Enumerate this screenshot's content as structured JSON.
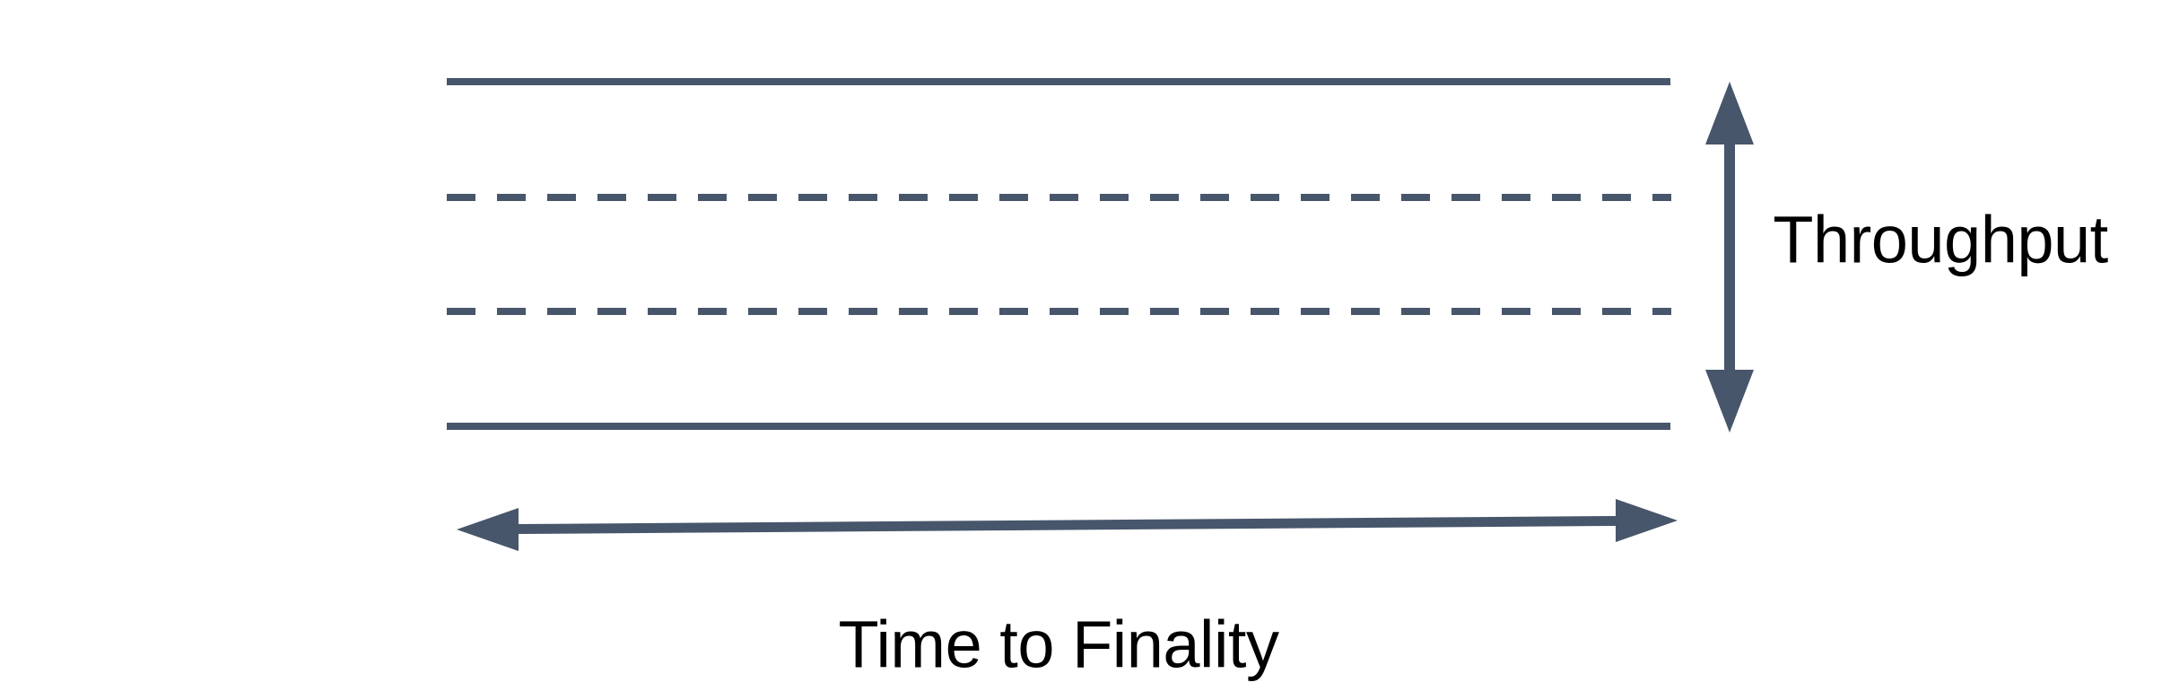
{
  "diagram": {
    "description": "Band diagram relating throughput range to time to finality",
    "labels": {
      "vertical_axis": "Throughput",
      "horizontal_axis": "Time to Finality"
    },
    "band": {
      "boundary_line_style": "solid",
      "boundary_line_count": 2,
      "inner_line_style": "dashed",
      "inner_line_count": 2
    },
    "arrows": {
      "vertical": "double-headed",
      "horizontal": "double-headed"
    },
    "colors": {
      "background": "#ffffff",
      "line": "#47566B",
      "text": "#000000"
    }
  }
}
